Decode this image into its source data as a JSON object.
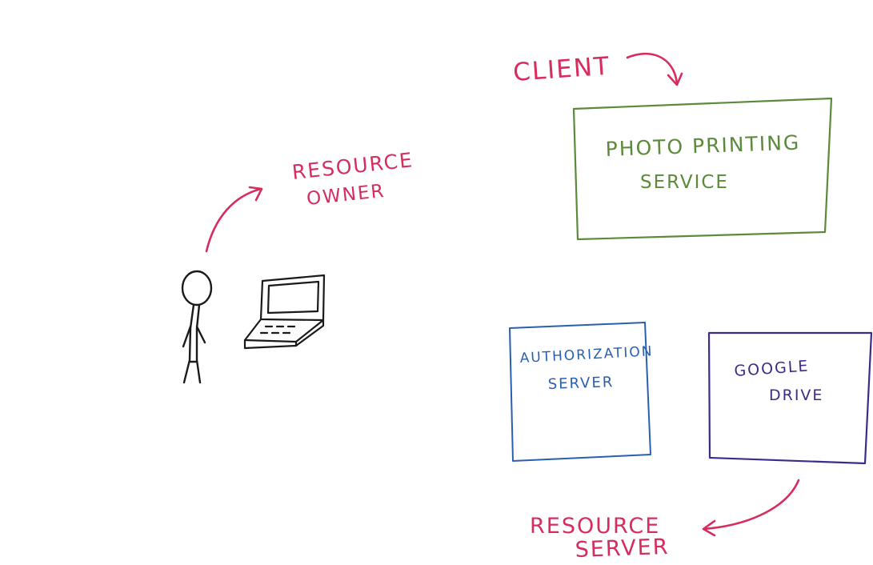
{
  "labels": {
    "client": "CLIENT",
    "resource_owner_line1": "RESOURCE",
    "resource_owner_line2": "OWNER",
    "photo_service_line1": "PHOTO  PRINTING",
    "photo_service_line2": "SERVICE",
    "auth_server_line1": "AUTHORIZATION",
    "auth_server_line2": "SERVER",
    "google_drive_line1": "GOOGLE",
    "google_drive_line2": "DRIVE",
    "resource_server_line1": "RESOURCE",
    "resource_server_line2": "SERVER"
  },
  "colors": {
    "annotation": "#d62d5e",
    "client_box": "#5b8a3a",
    "auth_box": "#2a5fb0",
    "drive_box": "#3f2a8a",
    "ink": "#1a1a1a"
  },
  "icons": {
    "person": "stick-figure-icon",
    "laptop": "laptop-icon"
  }
}
